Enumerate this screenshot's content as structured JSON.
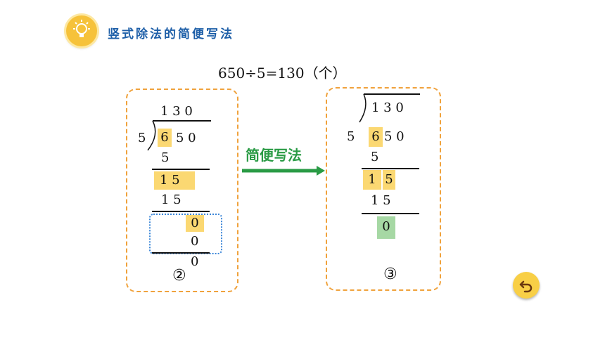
{
  "header": {
    "title": "竖式除法的简便写法",
    "icon": "lightbulb-icon"
  },
  "equation": "650÷5=130（个）",
  "left_panel": {
    "quotient": "1 3 0",
    "divisor": "5",
    "dividend_first": "6",
    "dividend_rest": "5 0",
    "sub1": "5",
    "rem1": "1 5",
    "sub2": "1 5",
    "carry": "0",
    "sub3": "0",
    "final": "0",
    "label": "②"
  },
  "arrow_label": "简便写法",
  "right_panel": {
    "quotient": "1 3 0",
    "divisor": "5",
    "dividend_first": "6",
    "dividend_rest": "5 0",
    "sub1": "5",
    "rem1_a": "1",
    "rem1_b": "5",
    "sub2": "1 5",
    "final": "0",
    "label": "③"
  },
  "colors": {
    "accent_blue": "#1e5fa8",
    "highlight_yellow": "#fbd872",
    "highlight_green": "#a6d8a4",
    "arrow_green": "#2a9b45",
    "panel_border": "#f0a23c"
  }
}
